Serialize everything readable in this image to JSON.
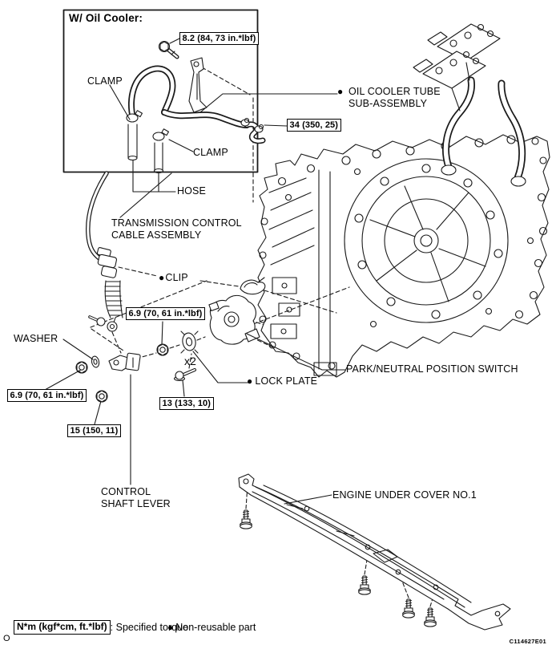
{
  "figure": {
    "inset_title": "W/ Oil Cooler:",
    "code": "C114627E01",
    "page_marker": "O"
  },
  "icons": {
    "non_reusable_dot": "●"
  },
  "torque": {
    "union_bolt": "8.2 (84, 73 in.*lbf)",
    "tube_union": "34 (350, 25)",
    "swivel_nut_upper": "6.9 (70, 61 in.*lbf)",
    "swivel_nut_left": "6.9 (70, 61 in.*lbf)",
    "lever_nut": "15 (150, 11)",
    "switch_bolt": "13 (133, 10)"
  },
  "part_labels": {
    "clamp_upper": "CLAMP",
    "clamp_lower": "CLAMP",
    "hose": "HOSE",
    "oil_cooler_tube": "OIL COOLER TUBE SUB-ASSEMBLY",
    "transmission_cable": "TRANSMISSION CONTROL CABLE ASSEMBLY",
    "clip": "CLIP",
    "washer": "WASHER",
    "qty_x2": "x2",
    "lock_plate": "LOCK PLATE",
    "pnp_switch": "PARK/NEUTRAL POSITION SWITCH",
    "control_shaft_lever": "CONTROL SHAFT LEVER",
    "engine_under_cover": "ENGINE UNDER COVER NO.1"
  },
  "legend": {
    "torque_box": "N*m (kgf*cm, ft.*lbf)",
    "torque_desc": ": Specified torque",
    "non_reusable": "Non-reusable part"
  }
}
